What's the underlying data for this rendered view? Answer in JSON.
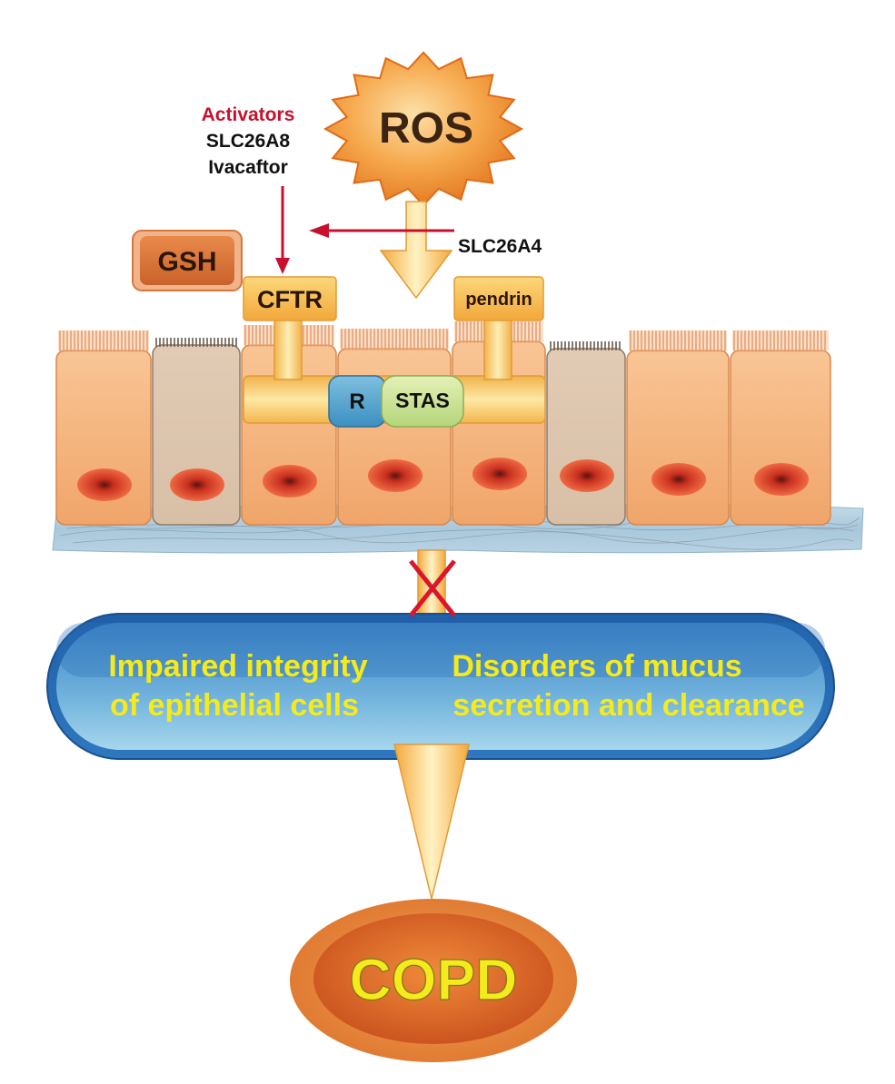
{
  "labels": {
    "ros": "ROS",
    "activators": "Activators",
    "slc26a8": "SLC26A8",
    "ivacaftor": "Ivacaftor",
    "slc26a4": "SLC26A4",
    "gsh": "GSH",
    "cftr": "CFTR",
    "pendrin": "pendrin",
    "r_domain": "R",
    "stas_domain": "STAS",
    "left_effect_line1": "Impaired integrity",
    "left_effect_line2": "of epithelial cells",
    "right_effect_line1": "Disorders of mucus",
    "right_effect_line2": "secretion and clearance",
    "outcome": "COPD"
  },
  "colors": {
    "activator_red": "#c8102e",
    "effect_text_yellow": "#f5ea1c",
    "capsule_blue": "#2a6fb6",
    "outcome_orange": "#e07b32"
  }
}
